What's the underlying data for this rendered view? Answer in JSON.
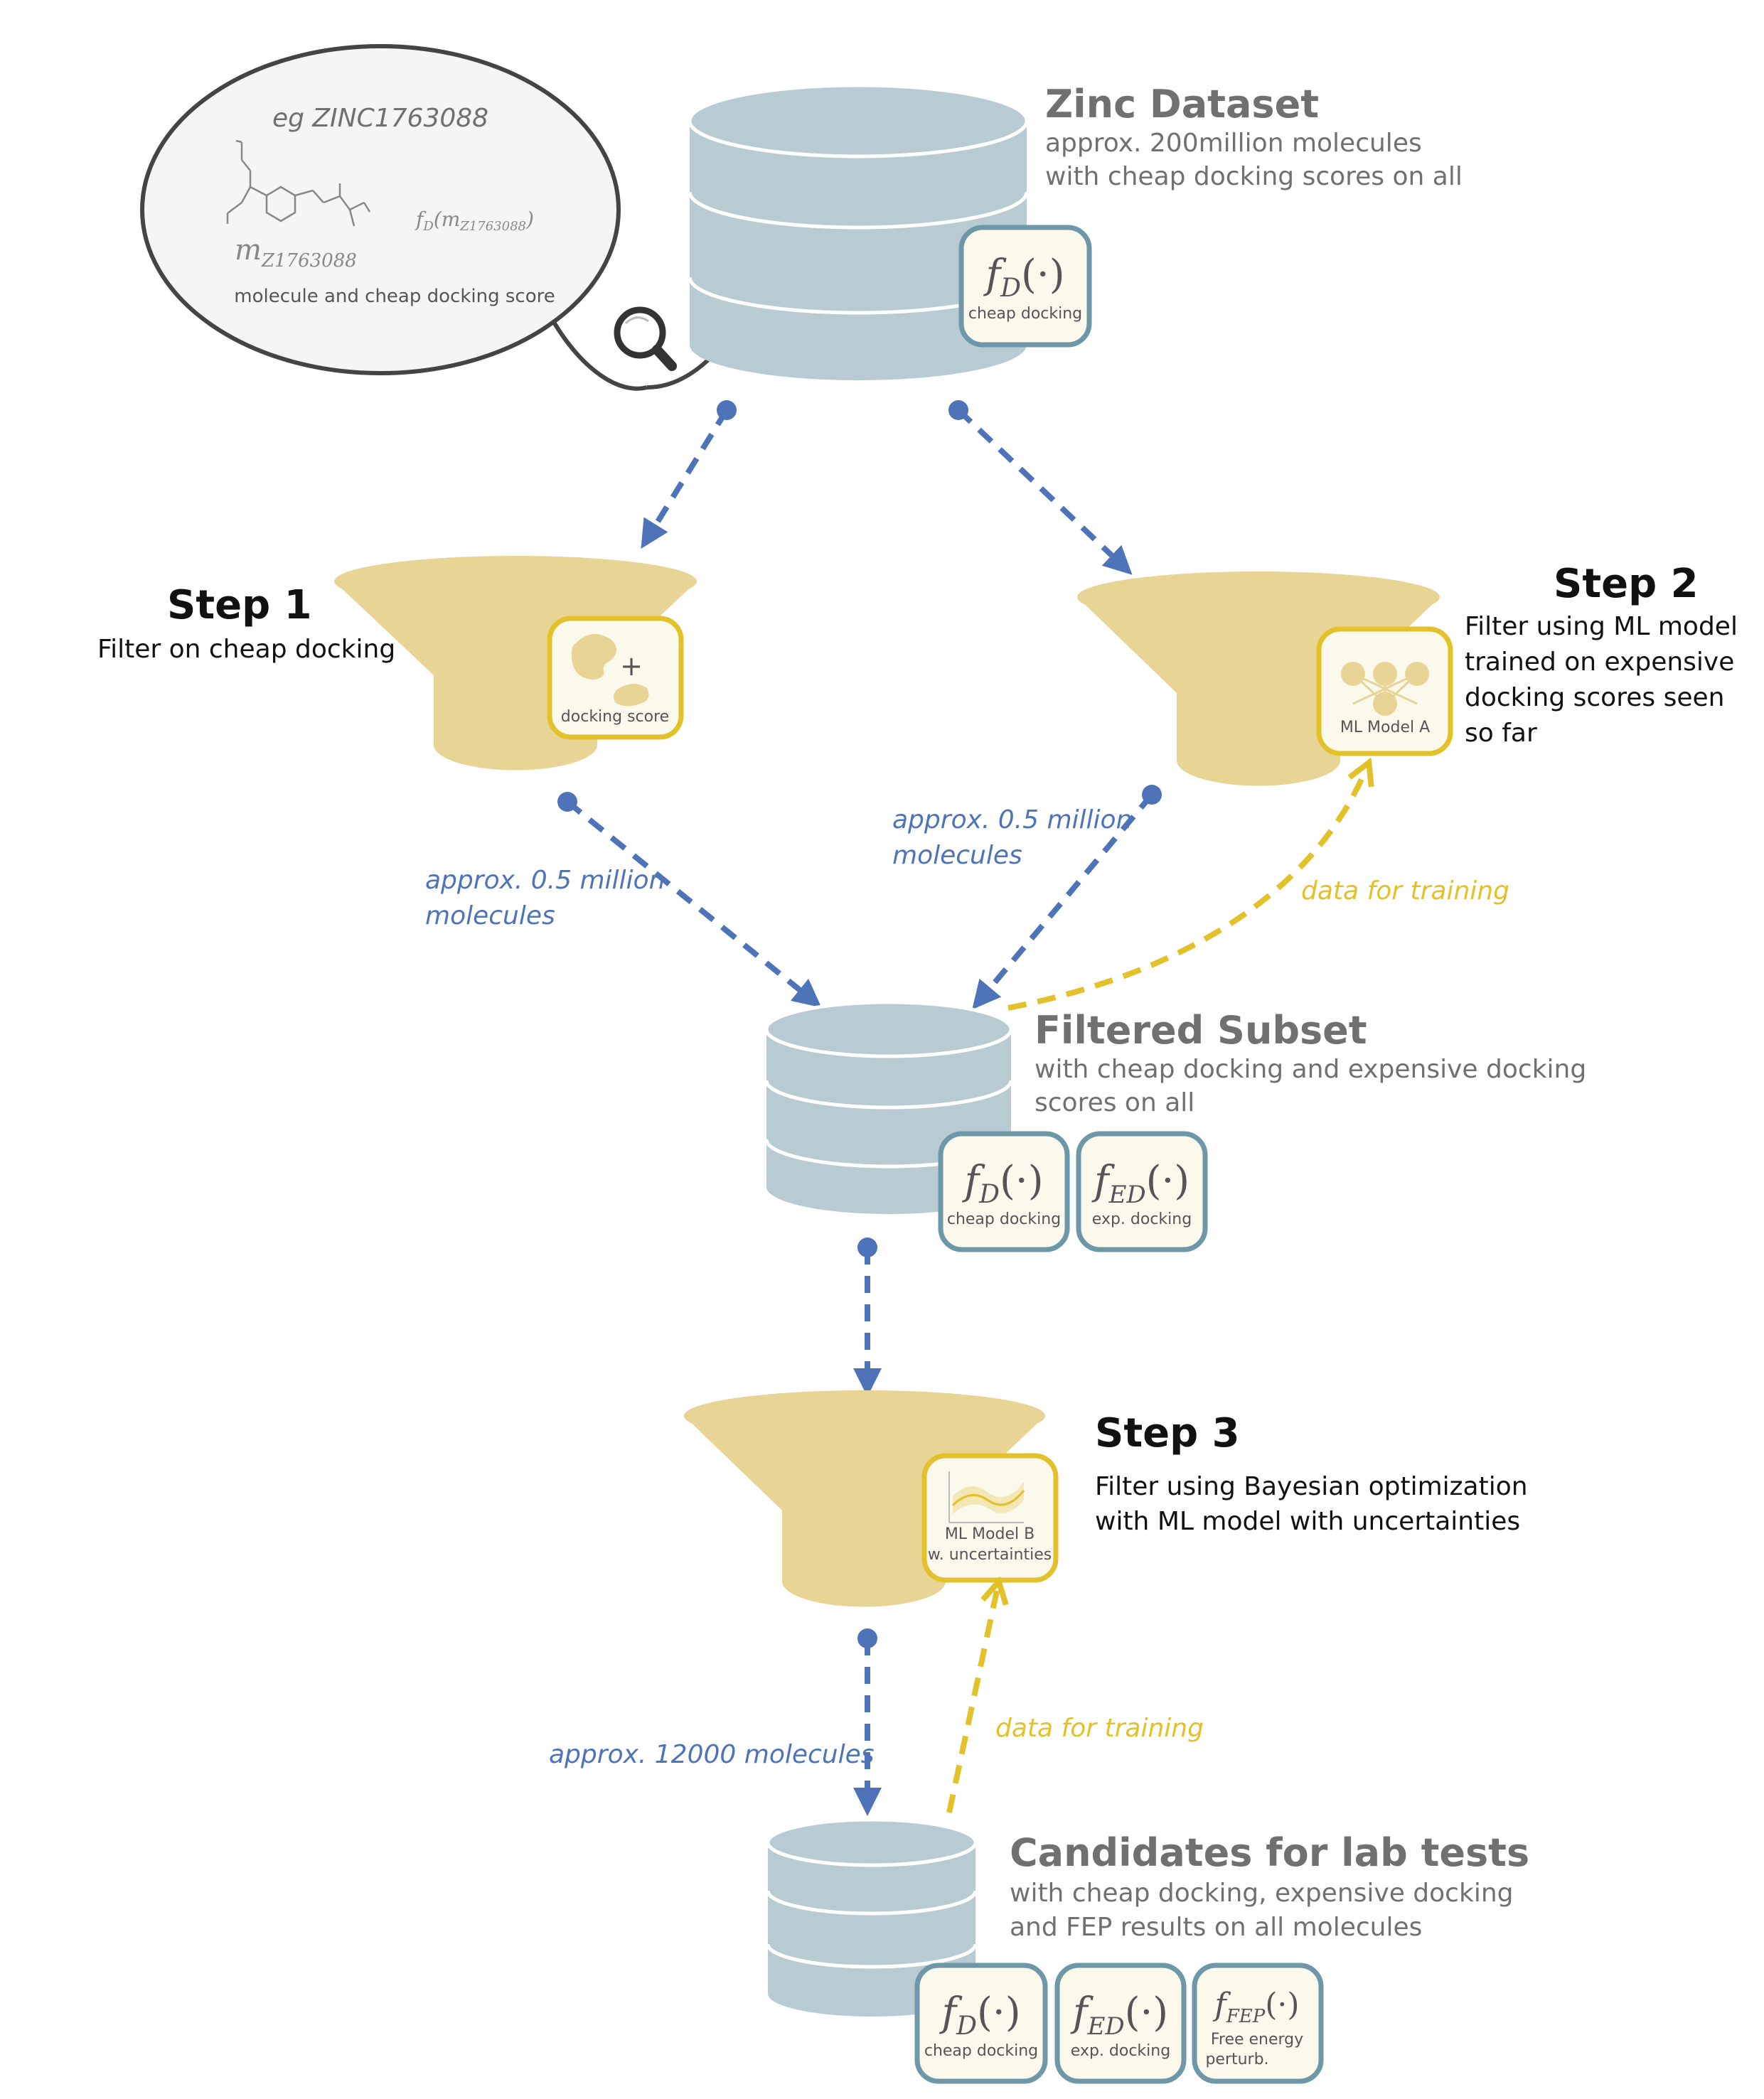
{
  "colors": {
    "db": "#b8cbd3",
    "db_line": "#ffffff",
    "funnel": "#e8d596",
    "badge_blue": "#6e97a8",
    "badge_yellow": "#e2c12a",
    "badge_fill": "#fbf8ec",
    "arrow_blue": "#4f73b8",
    "arrow_yellow": "#e2c12a",
    "title_grey": "#707070",
    "text_grey": "#707070",
    "text_black": "#111111"
  },
  "callout": {
    "title": "eg ZINC1763088",
    "molecule_label": "m",
    "molecule_sub": "Z1763088",
    "score_label": "f",
    "score_sub": "D",
    "score_arg": "(m",
    "score_arg_sub": "Z1763088",
    "score_close": ")",
    "caption": "molecule and cheap docking score",
    "icon": "magnifier-icon"
  },
  "zinc": {
    "title": "Zinc Dataset",
    "line1": "approx. 200million molecules",
    "line2": "with cheap docking scores on all"
  },
  "step1": {
    "title": "Step 1",
    "desc": "Filter on cheap docking",
    "badge_label": "docking score",
    "icon": "protein-ligand-icon"
  },
  "step2": {
    "title": "Step 2",
    "desc1": "Filter using ML model",
    "desc2": "trained on expensive",
    "desc3": "docking scores seen",
    "desc4": "so far",
    "badge_label": "ML Model A",
    "icon": "neural-network-icon"
  },
  "step3": {
    "title": "Step 3",
    "desc1": "Filter using Bayesian optimization",
    "desc2": "with ML model with uncertainties",
    "badge_label1": "ML Model B",
    "badge_label2": "w. uncertainties",
    "icon": "uncertainty-plot-icon"
  },
  "filtered": {
    "title": "Filtered Subset",
    "line1": "with cheap docking and expensive docking",
    "line2": "scores on all"
  },
  "candidates": {
    "title": "Candidates for lab tests",
    "line1": "with cheap docking, expensive docking",
    "line2": "and FEP results on all molecules"
  },
  "badges": {
    "fd": {
      "f": "f",
      "sub": "D",
      "arg": "(·)",
      "label": "cheap docking"
    },
    "fed": {
      "f": "f",
      "sub": "ED",
      "arg": "(·)",
      "label": "exp. docking"
    },
    "ffep": {
      "f": "f",
      "sub": "FEP",
      "arg": "(·)",
      "label1": "Free energy",
      "label2": "perturb."
    }
  },
  "flows": {
    "step1_out_1": "approx. 0.5 million",
    "step1_out_2": "molecules",
    "step2_out_1": "approx. 0.5 million",
    "step2_out_2": "molecules",
    "train_a": "data for training",
    "step3_out": "approx. 12000 molecules",
    "train_b": "data for training"
  }
}
